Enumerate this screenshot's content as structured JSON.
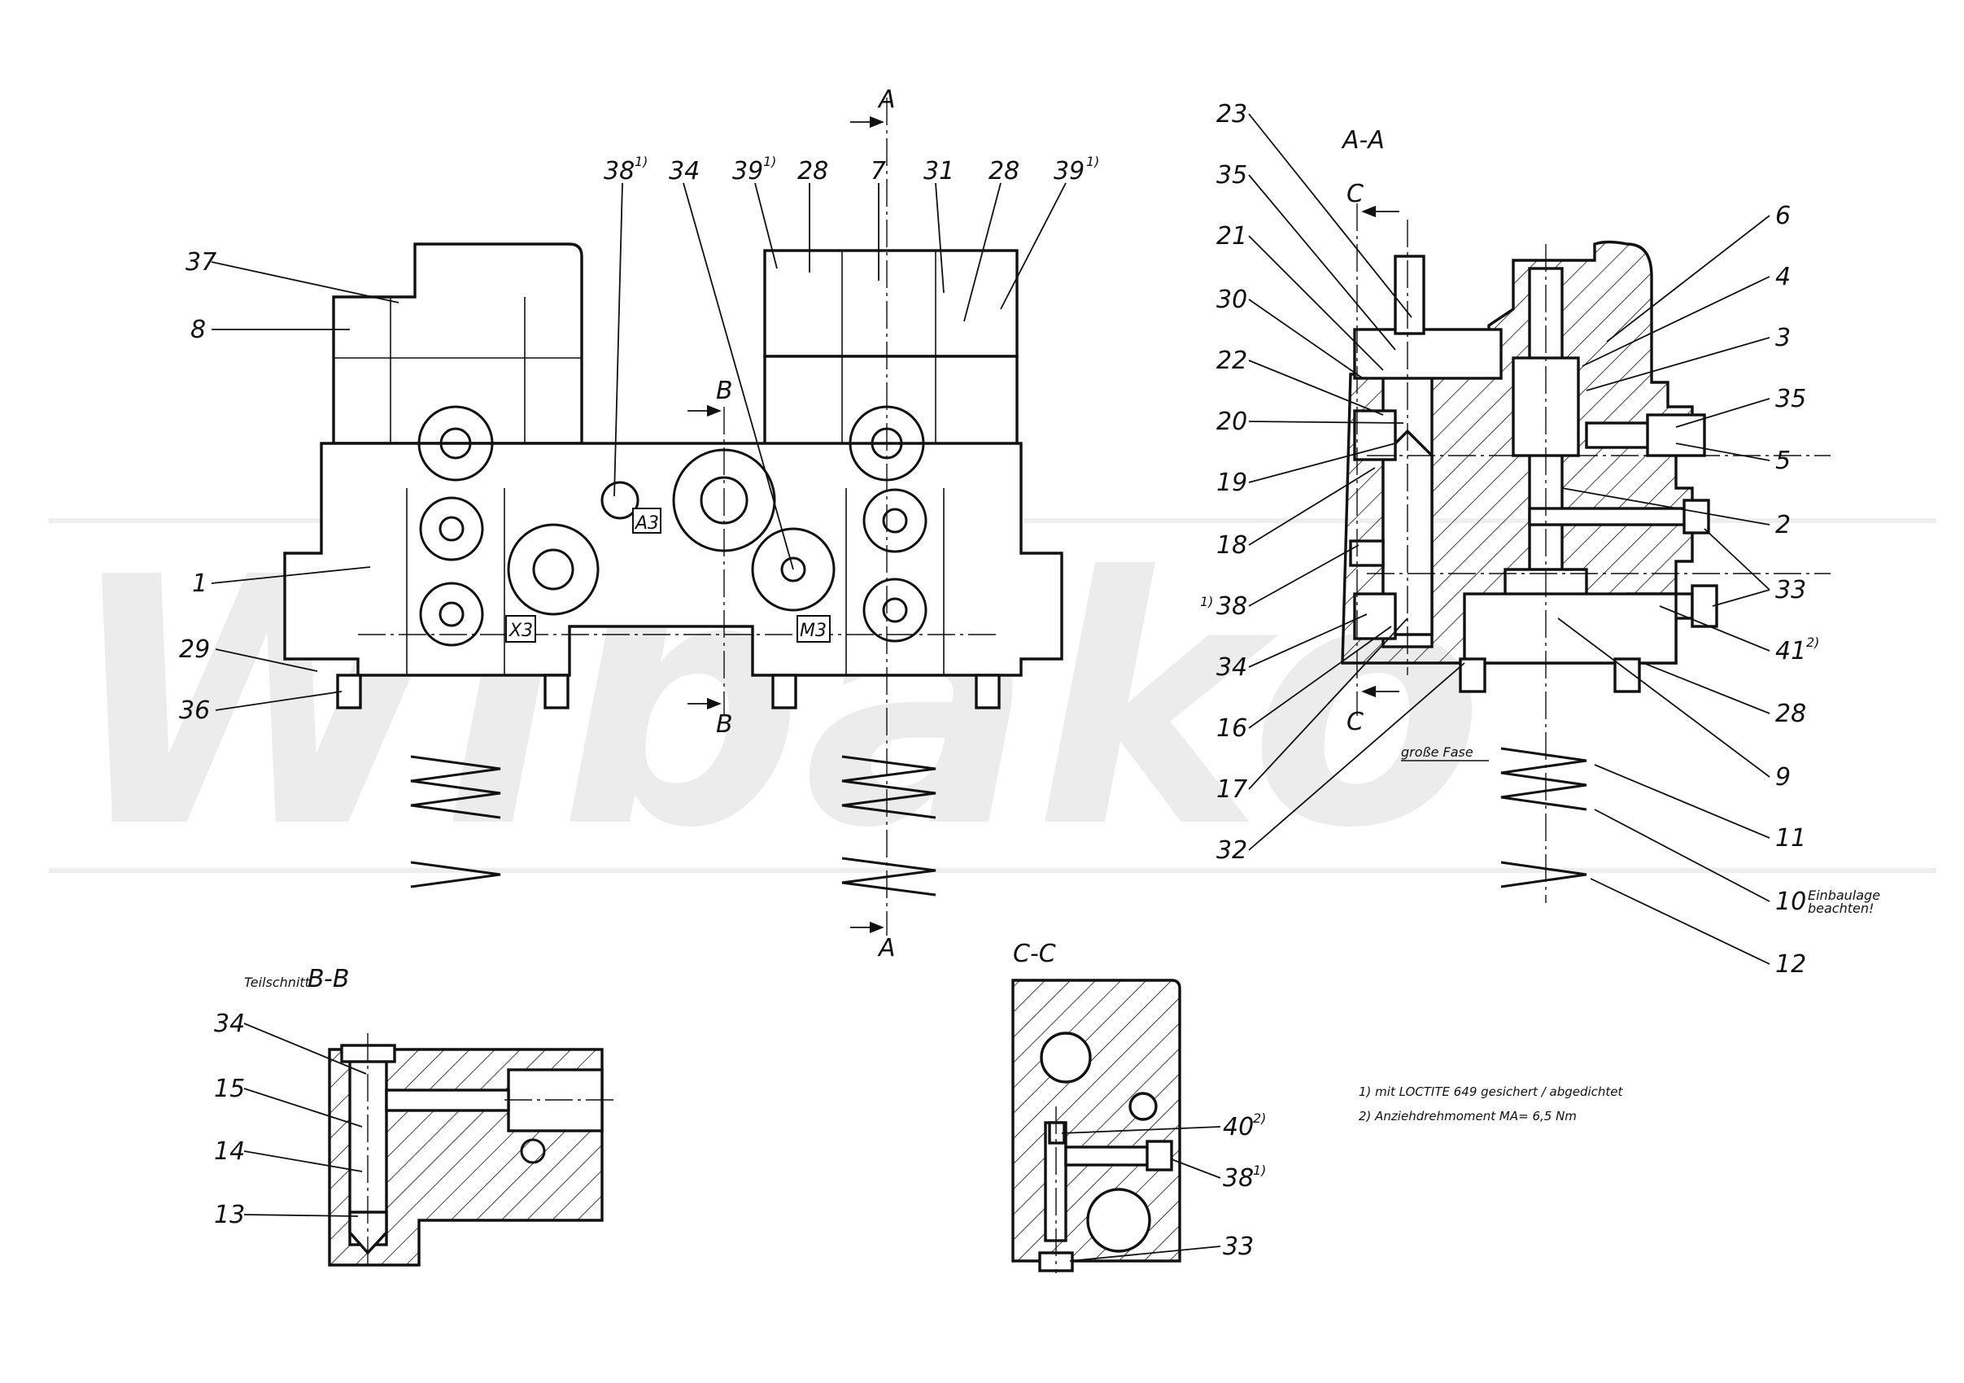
{
  "watermark": "Wibako",
  "views": {
    "section_aa": "A-A",
    "section_bb_prefix": "Teilschnitt",
    "section_bb": "B-B",
    "section_cc": "C-C"
  },
  "cut_markers": {
    "a": "A",
    "b": "B",
    "c": "C"
  },
  "ports": {
    "a3": "A3",
    "x3": "X3",
    "m3": "M3"
  },
  "main_view_labels": {
    "l37": "37",
    "l8": "8",
    "l1": "1",
    "l29": "29",
    "l36": "36",
    "l38": "38",
    "l38_sup": "1)",
    "l34": "34",
    "l39a": "39",
    "l39a_sup": "1)",
    "l28a": "28",
    "l7": "7",
    "l31": "31",
    "l28b": "28",
    "l39b": "39",
    "l39b_sup": "1)"
  },
  "section_aa_labels": {
    "l23": "23",
    "l35a": "35",
    "l21": "21",
    "l30": "30",
    "l22": "22",
    "l20": "20",
    "l19": "19",
    "l18": "18",
    "l38": "38",
    "l38_pre": "1)",
    "l34": "34",
    "l16": "16",
    "l17": "17",
    "l32": "32",
    "l6": "6",
    "l4": "4",
    "l3": "3",
    "l35b": "35",
    "l5": "5",
    "l2": "2",
    "l33": "33",
    "l41": "41",
    "l41_sup": "2)",
    "l28": "28",
    "l9": "9",
    "l11": "11",
    "l10": "10",
    "l10_note1": "Einbaulage",
    "l10_note2": "beachten!",
    "l12": "12",
    "grosse_fase": "große Fase"
  },
  "section_bb_labels": {
    "l34": "34",
    "l15": "15",
    "l14": "14",
    "l13": "13"
  },
  "section_cc_labels": {
    "l40": "40",
    "l40_sup": "2)",
    "l38": "38",
    "l38_sup": "1)",
    "l33": "33"
  },
  "notes": {
    "note1": "1) mit LOCTITE 649 gesichert / abgedichtet",
    "note2": "2) Anziehdrehmoment MA= 6,5 Nm"
  }
}
